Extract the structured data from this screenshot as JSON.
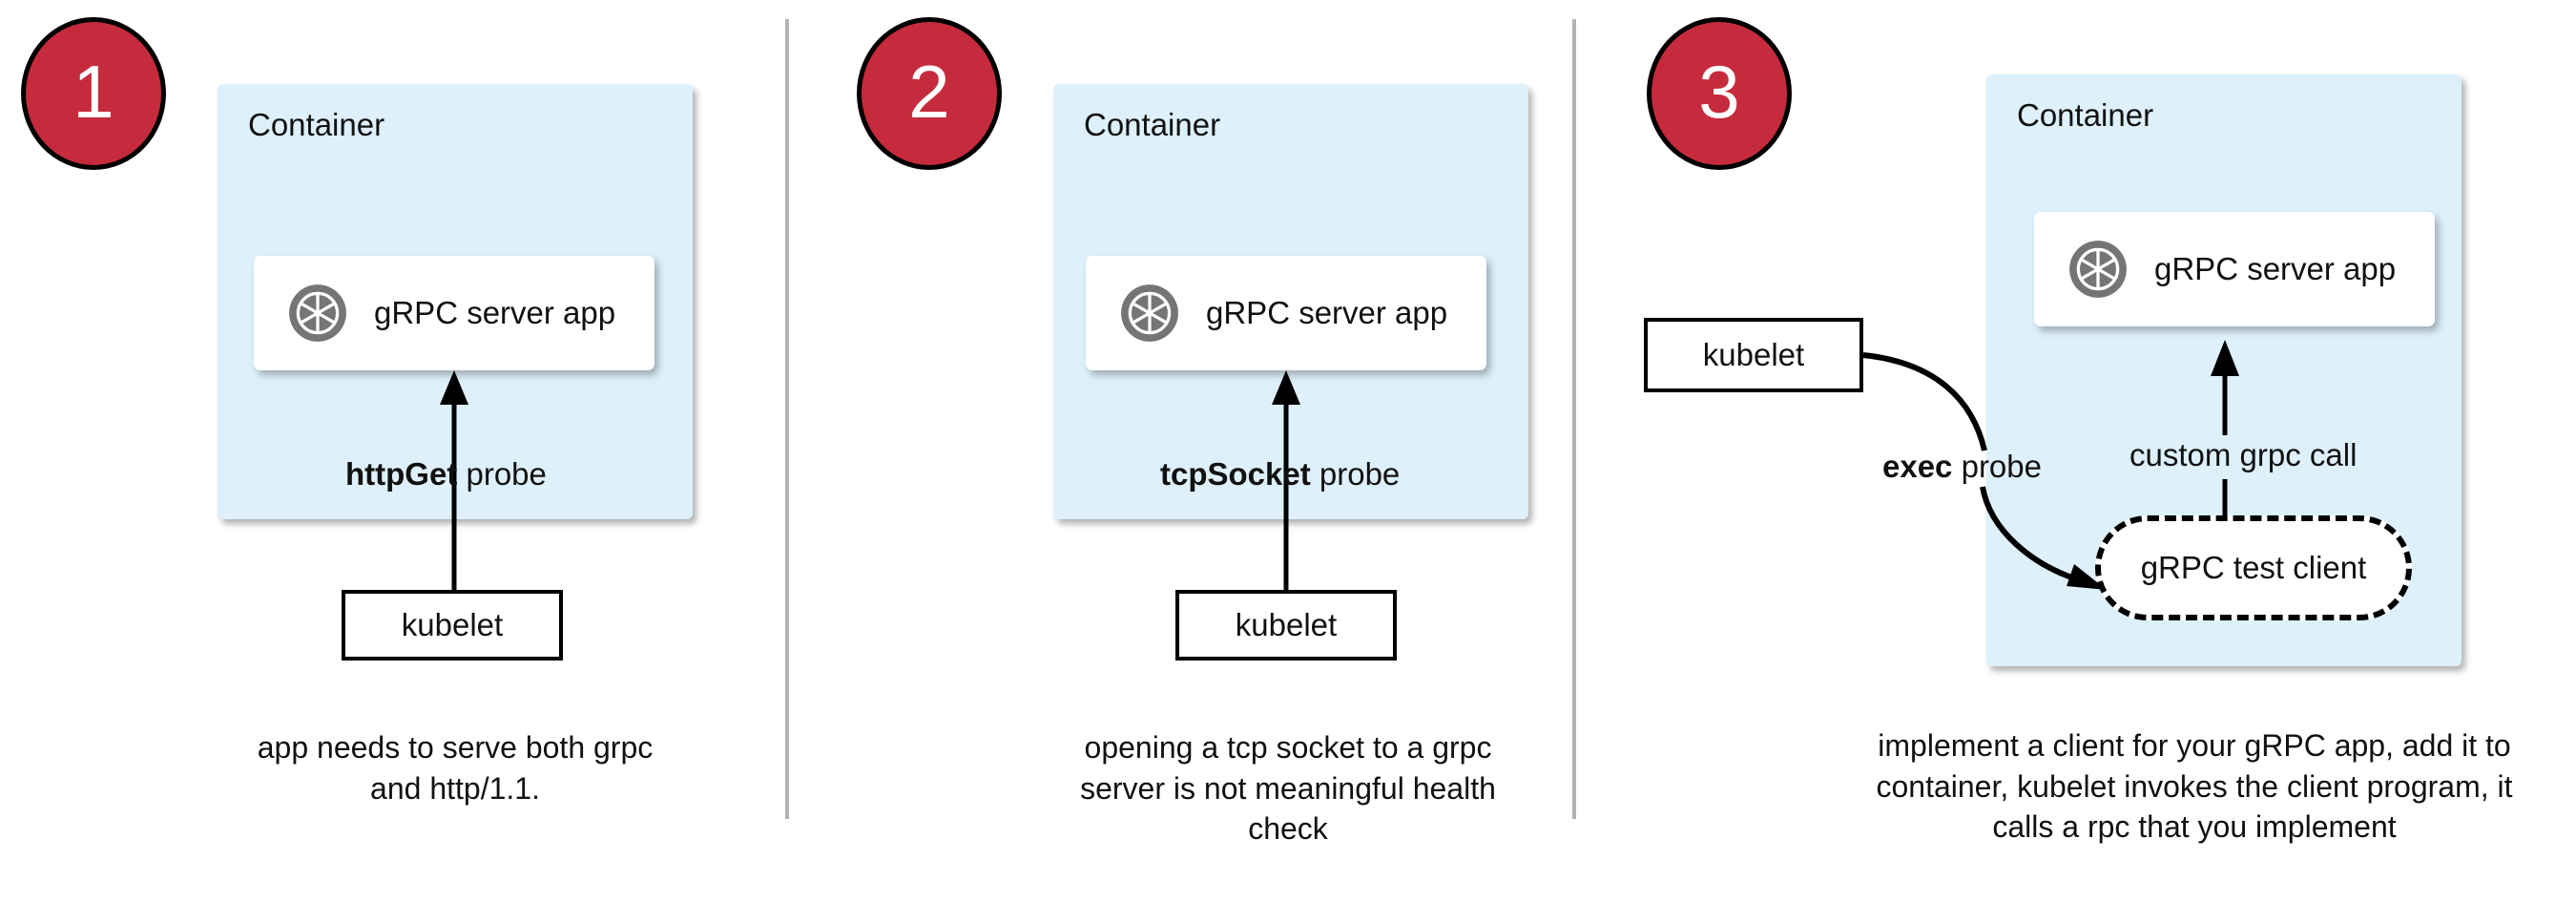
{
  "figure": {
    "title": "Kubernetes gRPC health probe approaches",
    "colors": {
      "badge_fill": "#c52b3c",
      "badge_text": "#ffffff",
      "container_fill": "#ddf0fb",
      "card_fill": "#ffffff",
      "icon_gray": "#757575",
      "divider": "#b3b3b3",
      "stroke": "#000000"
    }
  },
  "panels": [
    {
      "badge": "1",
      "container_label": "Container",
      "app_label": "gRPC server app",
      "app_icon": "grpc-aperture-icon",
      "probe_label_bold": "httpGet",
      "probe_label_rest": " probe",
      "kubelet_label": "kubelet",
      "caption": "app needs to serve both grpc and http/1.1."
    },
    {
      "badge": "2",
      "container_label": "Container",
      "app_label": "gRPC server app",
      "app_icon": "grpc-aperture-icon",
      "probe_label_bold": "tcpSocket",
      "probe_label_rest": " probe",
      "kubelet_label": "kubelet",
      "caption": "opening a tcp socket to a grpc server is not meaningful health check"
    },
    {
      "badge": "3",
      "container_label": "Container",
      "app_label": "gRPC server app",
      "app_icon": "grpc-aperture-icon",
      "probe_label_bold": "exec",
      "probe_label_rest": " probe",
      "call_label": "custom grpc call",
      "test_client_label": "gRPC test client",
      "kubelet_label": "kubelet",
      "caption": "implement a client for your gRPC app, add it to container, kubelet invokes the client program, it calls a rpc that you implement"
    }
  ]
}
